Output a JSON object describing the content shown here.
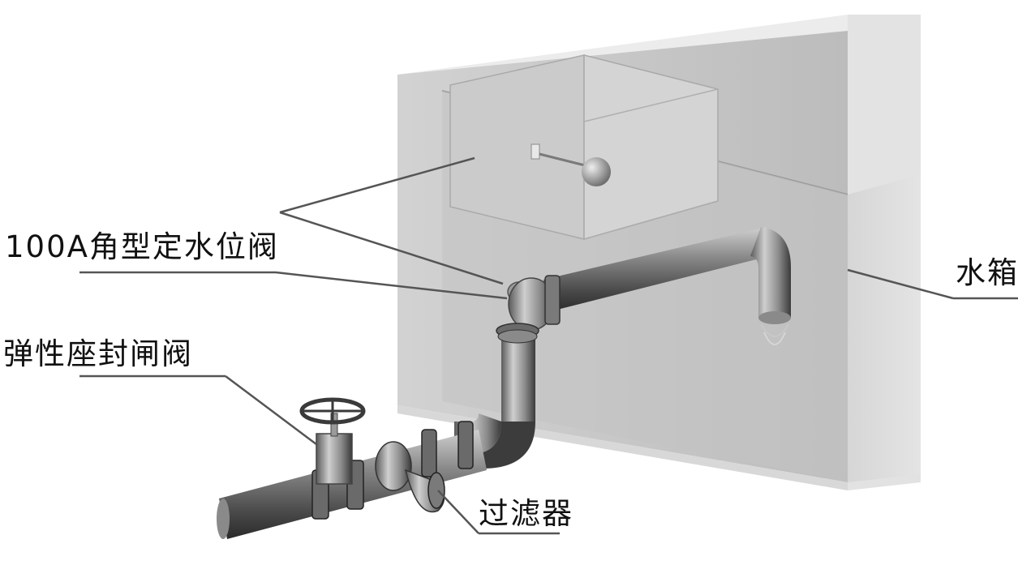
{
  "labels": {
    "angle_valve": "100A角型定水位阀",
    "gate_valve": "弹性座封闸阀",
    "water_tank": "水箱",
    "filter": "过滤器"
  },
  "colors": {
    "tank_front": "#c9c9c9",
    "tank_side": "#d9d9d9",
    "tank_top": "#e8e8e8",
    "pipe_dark": "#3a3a3a",
    "pipe_light": "#9a9a9a",
    "leader_line": "#555555"
  }
}
